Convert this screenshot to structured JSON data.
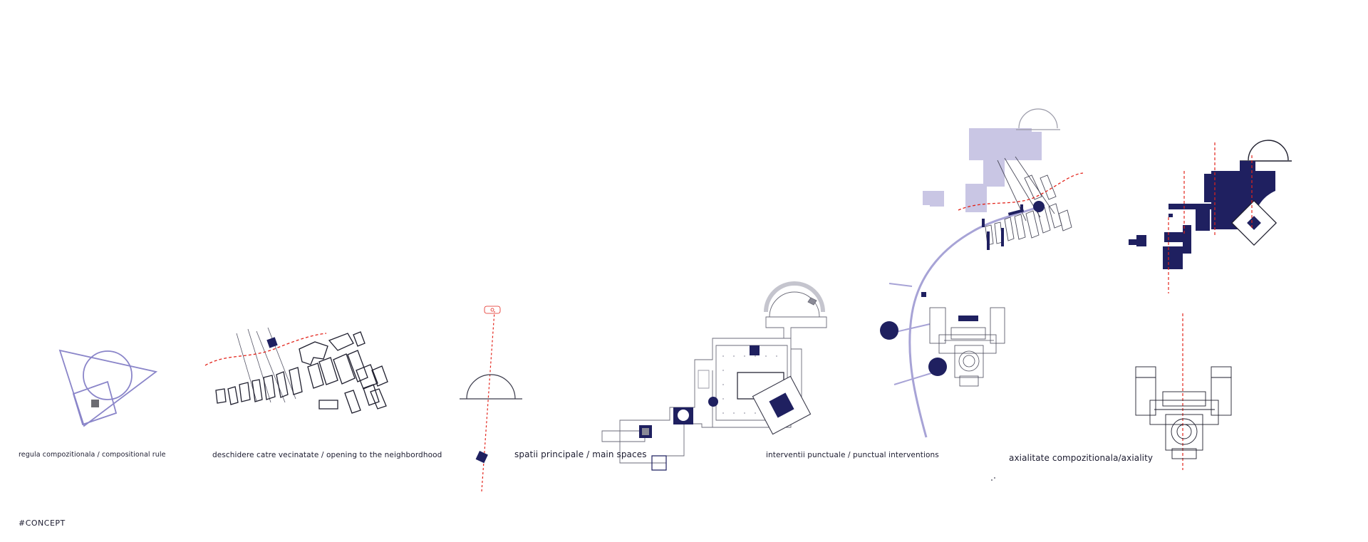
{
  "colors": {
    "navy": "#1f2060",
    "lavender": "#8a85c9",
    "lavender_fill": "#c9c6e4",
    "red_dashed": "#e3241b",
    "line_gray": "#3a3a4a",
    "light_gray": "#b8b8c2"
  },
  "captions": {
    "rule": "regula compozitionala / compositional rule",
    "opening": "deschidere catre vecinatate / opening to the neighbordhood",
    "spaces": "spatii principale / main spaces",
    "interventions": "interventii punctuale / punctual interventions",
    "axiality": "axialitate compozitionala/axiality"
  },
  "title": "#CONCEPT"
}
